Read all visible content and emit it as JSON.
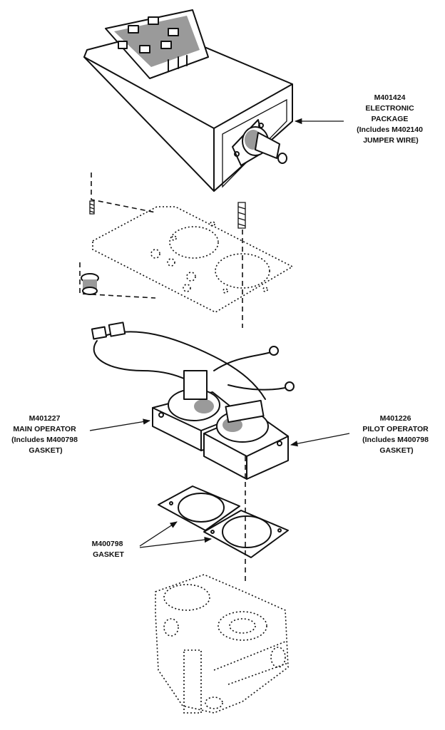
{
  "labels": {
    "electronic_package": [
      "M401424",
      "ELECTRONIC",
      "PACKAGE",
      "(Includes M402140",
      "JUMPER WIRE)"
    ],
    "main_operator": [
      "M401227",
      "MAIN OPERATOR",
      "(Includes M400798",
      "GASKET)"
    ],
    "pilot_operator": [
      "M401226",
      "PILOT OPERATOR",
      "(Includes M400798",
      "GASKET)"
    ],
    "gasket": [
      "M400798",
      "GASKET"
    ]
  },
  "colors": {
    "ink": "#111111",
    "paper": "#ffffff",
    "shade": "#9a9a9a"
  }
}
